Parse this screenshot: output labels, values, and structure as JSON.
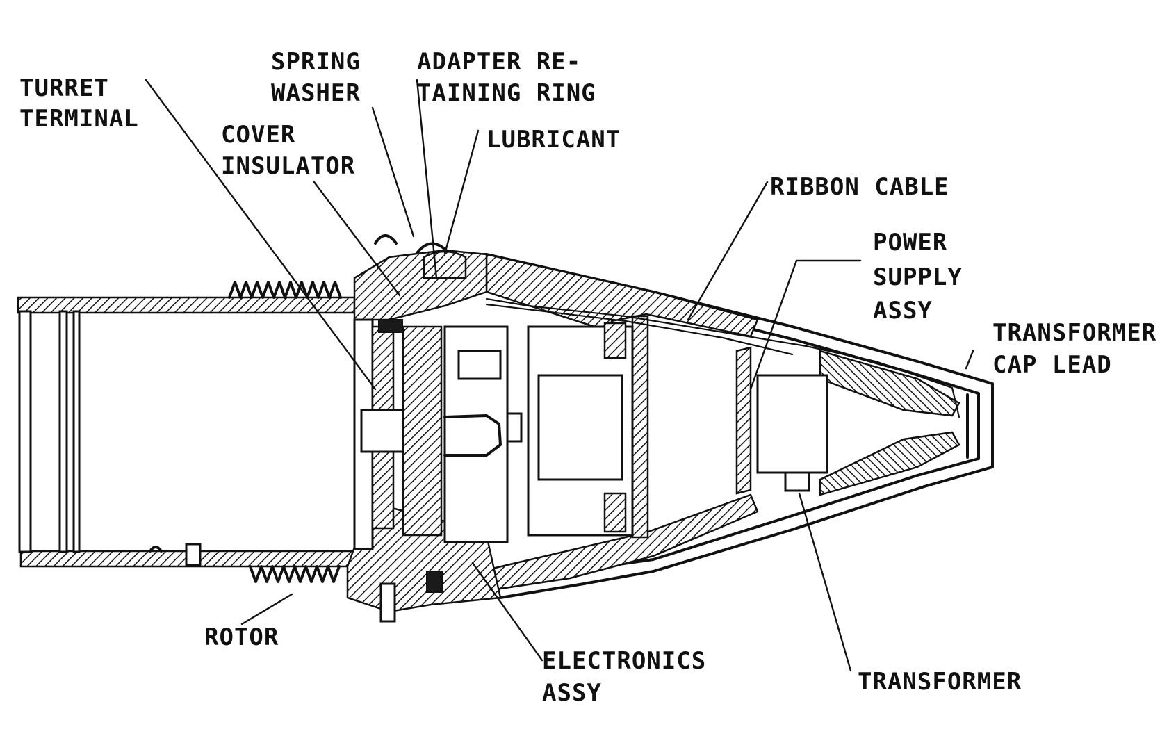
{
  "labels": {
    "turret_terminal": [
      "TURRET",
      "TERMINAL"
    ],
    "spring_washer": [
      "SPRING",
      "WASHER"
    ],
    "adapter_retaining_ring": [
      "ADAPTER RE-",
      "TAINING RING"
    ],
    "cover_insulator": [
      "COVER",
      "INSULATOR"
    ],
    "lubricant": "LUBRICANT",
    "ribbon_cable": "RIBBON CABLE",
    "power_supply_assy": [
      "POWER",
      "SUPPLY",
      "ASSY"
    ],
    "transformer_cap_lead": [
      "TRANSFORMER",
      "CAP LEAD"
    ],
    "rotor": "ROTOR",
    "electronics_assy": [
      "ELECTRONICS",
      "ASSY"
    ],
    "transformer": "TRANSFORMER"
  },
  "colors": {
    "ink": "#111111",
    "background": "#ffffff"
  }
}
